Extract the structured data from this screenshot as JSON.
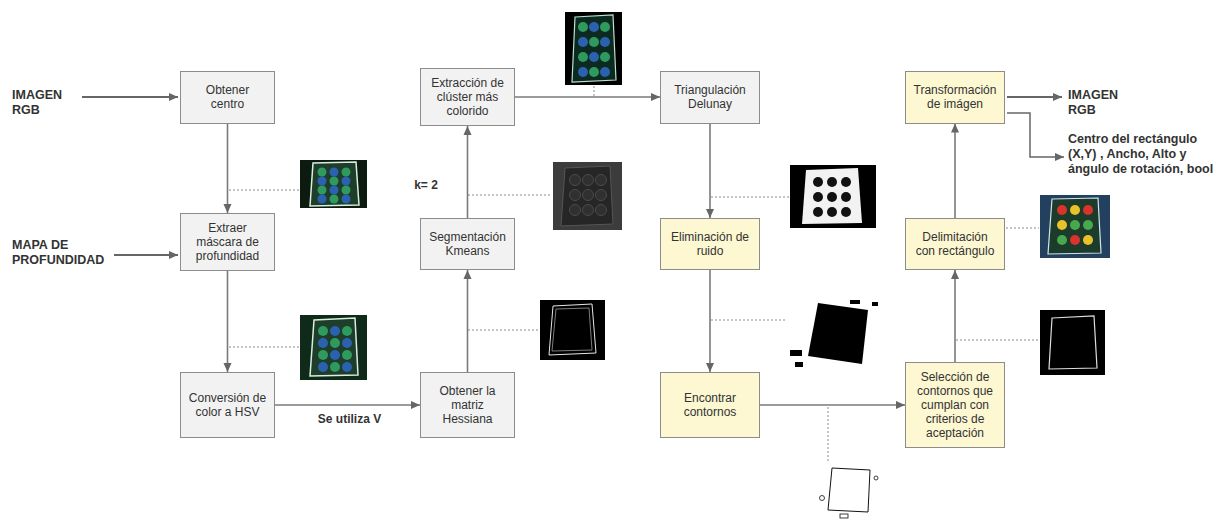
{
  "diagram": {
    "nodes": [
      {
        "text": [
          "Obtener centro"
        ]
      },
      {
        "text": [
          "Extraer máscara de profundidad"
        ]
      },
      {
        "text": [
          "Conversión de color a HSV"
        ]
      },
      {
        "text": [
          "Obtener la matriz Hessiana"
        ]
      },
      {
        "text": [
          "Segmentación Kmeans"
        ]
      },
      {
        "text": [
          "Extracción de clúster más colorido"
        ]
      },
      {
        "text": [
          "Triangulación Delunay"
        ]
      },
      {
        "text": [
          "Eliminación de ruido"
        ]
      },
      {
        "text": [
          "Encontrar contornos"
        ]
      },
      {
        "text": [
          "Selección de contornos que cumplan con criterios de aceptación"
        ]
      },
      {
        "text": [
          "Delimitación con rectángulo"
        ]
      },
      {
        "text": [
          "Transformación de imágen"
        ]
      }
    ],
    "edges": [
      {
        "from": 0,
        "to": 1,
        "arrow": "to"
      },
      {
        "from": 1,
        "to": 2,
        "arrow": "to"
      },
      {
        "from": 2,
        "to": 3,
        "label": "Se utiliza V",
        "arrow": "to"
      },
      {
        "from": 3,
        "to": 4,
        "arrow": "to"
      },
      {
        "from": 4,
        "to": 5,
        "label": "k= 2",
        "arrow": "to"
      },
      {
        "from": 5,
        "to": 6,
        "arrow": "to"
      },
      {
        "from": 6,
        "to": 7,
        "arrow": "to"
      },
      {
        "from": 7,
        "to": 8,
        "arrow": "to"
      },
      {
        "from": 8,
        "to": 9,
        "arrow": "to"
      },
      {
        "from": 9,
        "to": 10,
        "arrow": "to"
      },
      {
        "from": 10,
        "to": 11,
        "arrow": "to"
      }
    ],
    "labels": [
      "IMAGEN RGB",
      "MAPA DE PROFUNDIDAD",
      "IMAGEN RGB",
      "Centro del rectángulo (X,Y) , Ancho, Alto y ángulo de rotación, bool"
    ]
  }
}
